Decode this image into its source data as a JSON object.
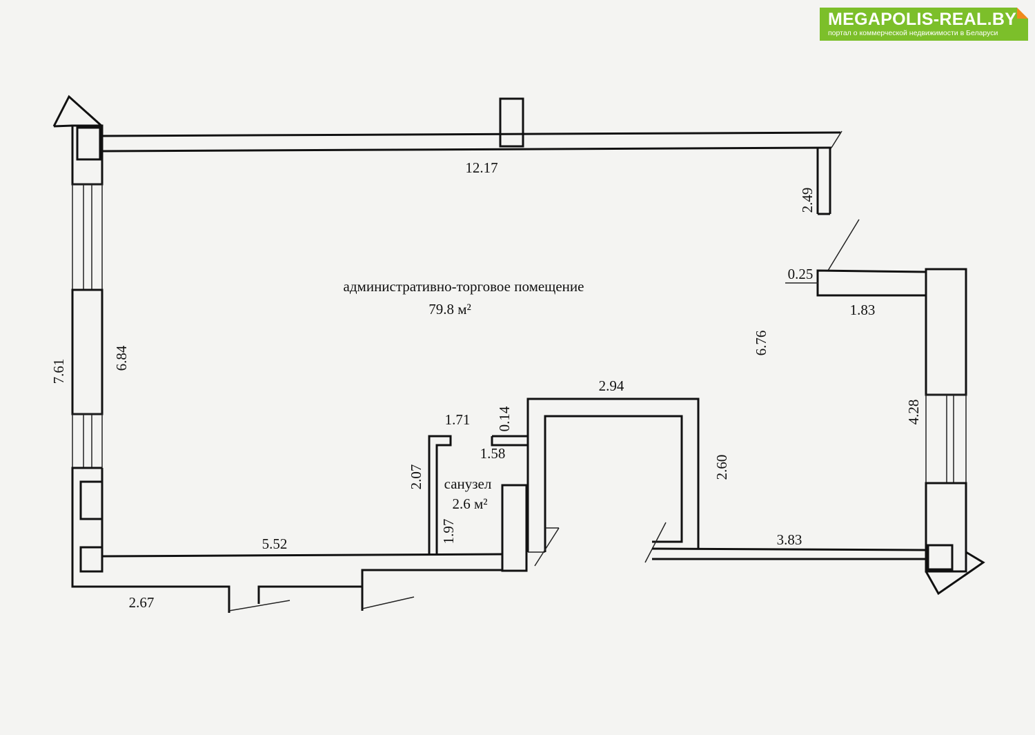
{
  "logo": {
    "name": "MEGAPOLIS-REAL.BY",
    "tagline": "портал о коммерческой недвижимости в Беларуси",
    "color": "#7cbf2a"
  },
  "rooms": [
    {
      "name": "административно-торговое помещение",
      "area": "79.8 м²"
    },
    {
      "name": "санузел",
      "area": "2.6 м²"
    }
  ],
  "dimensions": {
    "top_wall": "12.17",
    "right_top": "2.49",
    "right_small": "0.25",
    "right_offset": "1.83",
    "right_middle": "6.76",
    "right_wall": "4.28",
    "left_outer": "7.61",
    "left_inner": "6.84",
    "inner_block_top": "2.94",
    "inner_block_side": "2.60",
    "bottom_right": "3.83",
    "bathroom_top_left": "1.71",
    "bathroom_wall_thickness": "0.14",
    "bathroom_top_right": "1.58",
    "bathroom_left_outer": "2.07",
    "bathroom_left_inner": "1.97",
    "bottom_left_inner": "5.52",
    "bottom_left_outer": "2.67"
  }
}
